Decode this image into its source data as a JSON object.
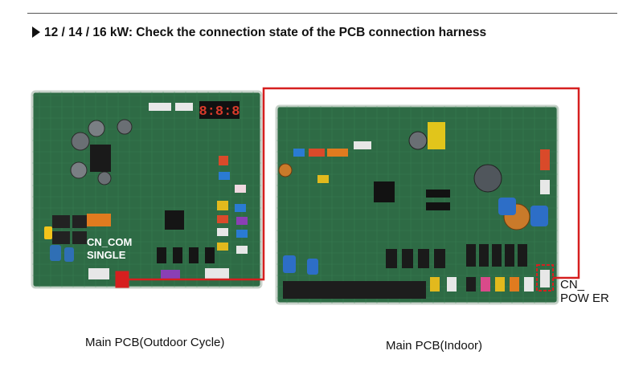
{
  "heading": "12 / 14 / 16 kW: Check the connection state of the PCB connection harness",
  "outdoor_board": {
    "connector_label_line1": "CN_COM",
    "connector_label_line2": "SINGLE",
    "display_digits": "8:8:8",
    "caption": "Main PCB(Outdoor Cycle)"
  },
  "indoor_board": {
    "connector_label_line1": "CN_",
    "connector_label_line2": "POW ER",
    "caption": "Main PCB(Indoor)"
  },
  "colors": {
    "pcb_green": "#2e6b45",
    "harness_red": "#d61f1f"
  }
}
